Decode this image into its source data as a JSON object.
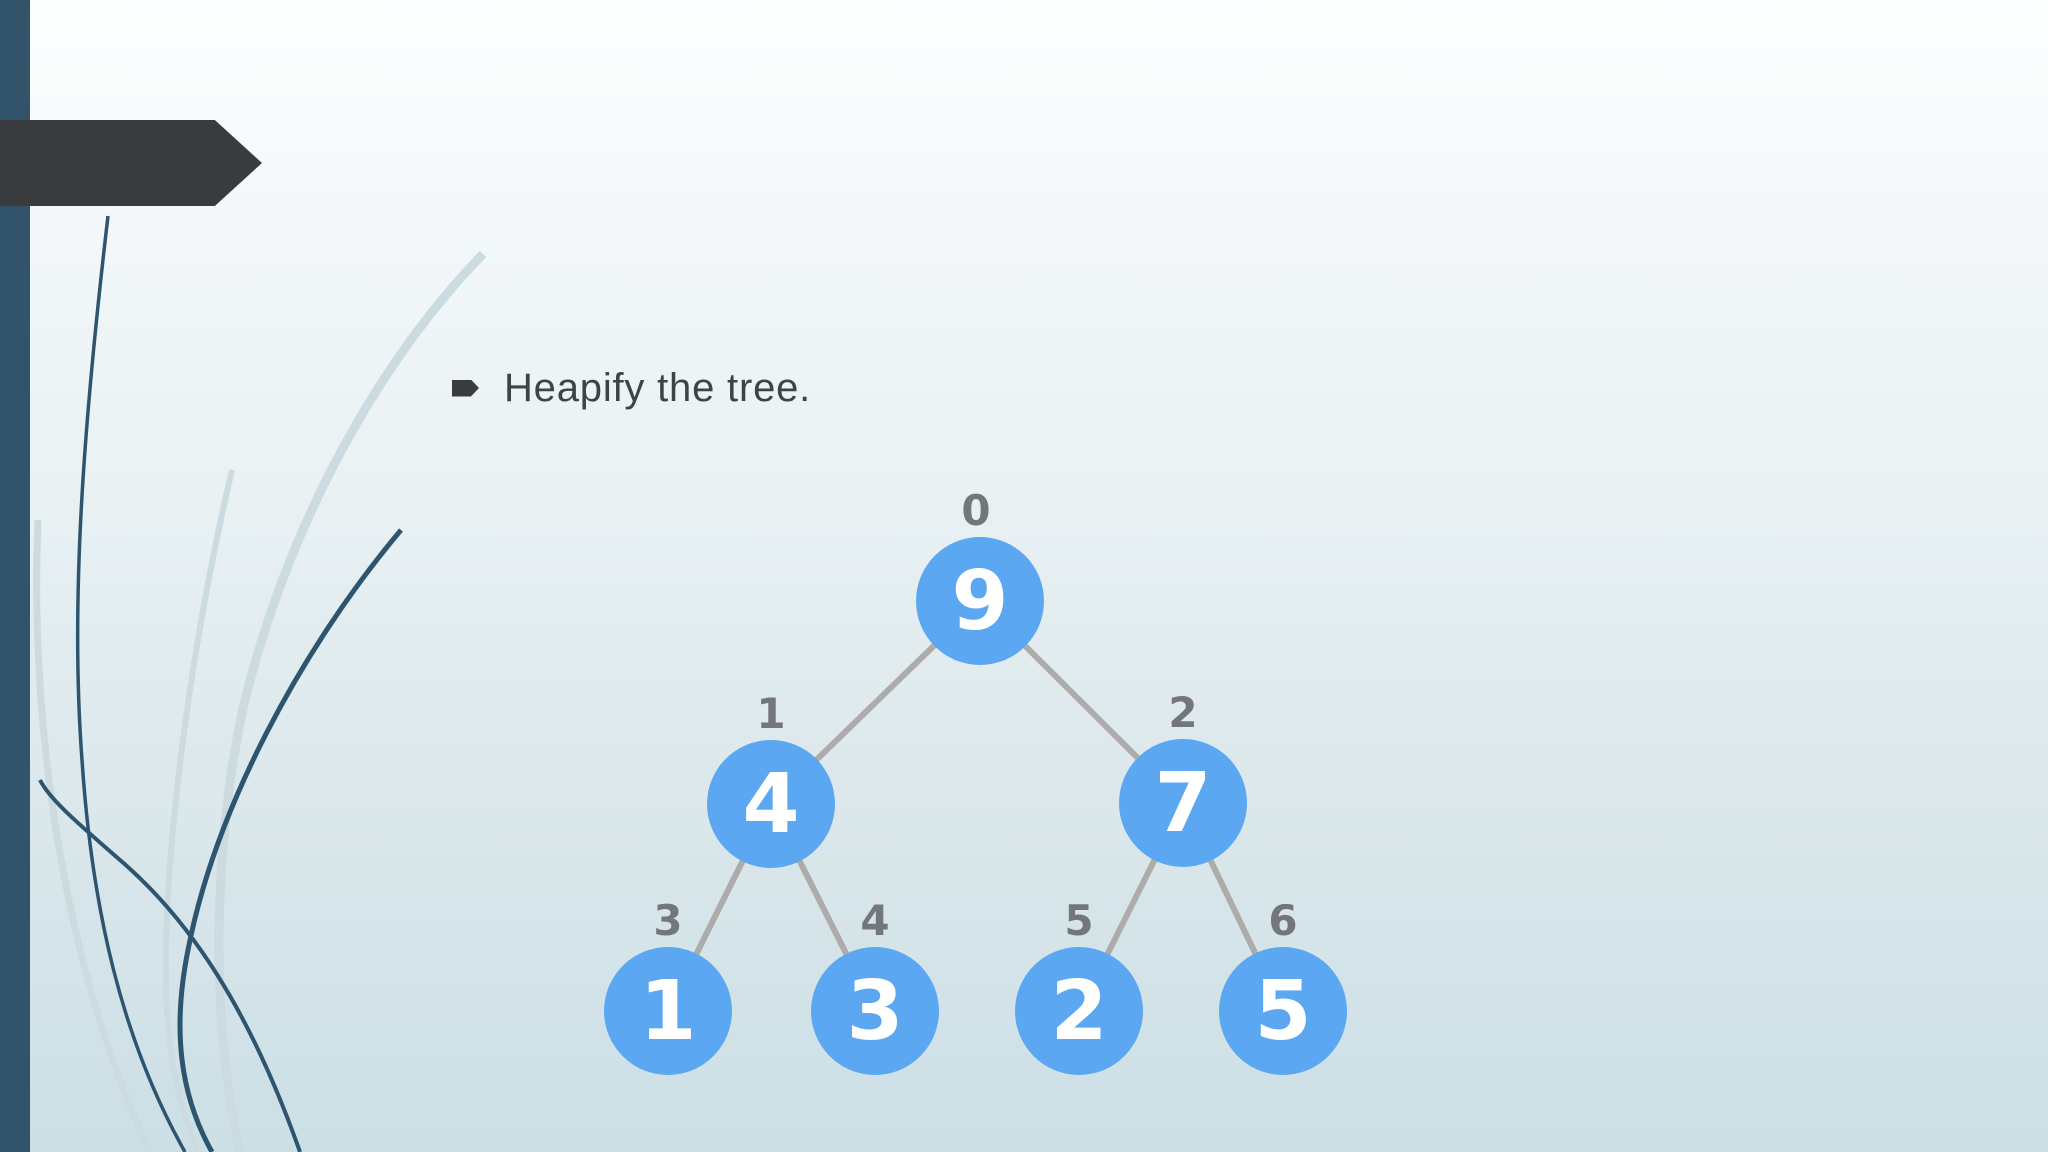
{
  "slide": {
    "bullet": {
      "text": "Heapify the tree."
    },
    "tree": {
      "nodes": [
        {
          "index": "0",
          "value": "9"
        },
        {
          "index": "1",
          "value": "4"
        },
        {
          "index": "2",
          "value": "7"
        },
        {
          "index": "3",
          "value": "1"
        },
        {
          "index": "4",
          "value": "3"
        },
        {
          "index": "5",
          "value": "2"
        },
        {
          "index": "6",
          "value": "5"
        }
      ],
      "edges": [
        [
          0,
          1
        ],
        [
          0,
          2
        ],
        [
          1,
          3
        ],
        [
          1,
          4
        ],
        [
          2,
          5
        ],
        [
          2,
          6
        ]
      ]
    },
    "colors": {
      "node_fill": "#5ca7f2",
      "node_text": "#ffffff",
      "index_label": "#73777b",
      "edge": "#adacab",
      "accent_bar": "#31546a",
      "banner": "#3a3b3d",
      "body_text": "#3d4347",
      "curve_dark": "#2e5570",
      "curve_light": "#ccdbe0",
      "background_top": "#fdfeff",
      "background_bottom": "#cbdfe5"
    }
  }
}
